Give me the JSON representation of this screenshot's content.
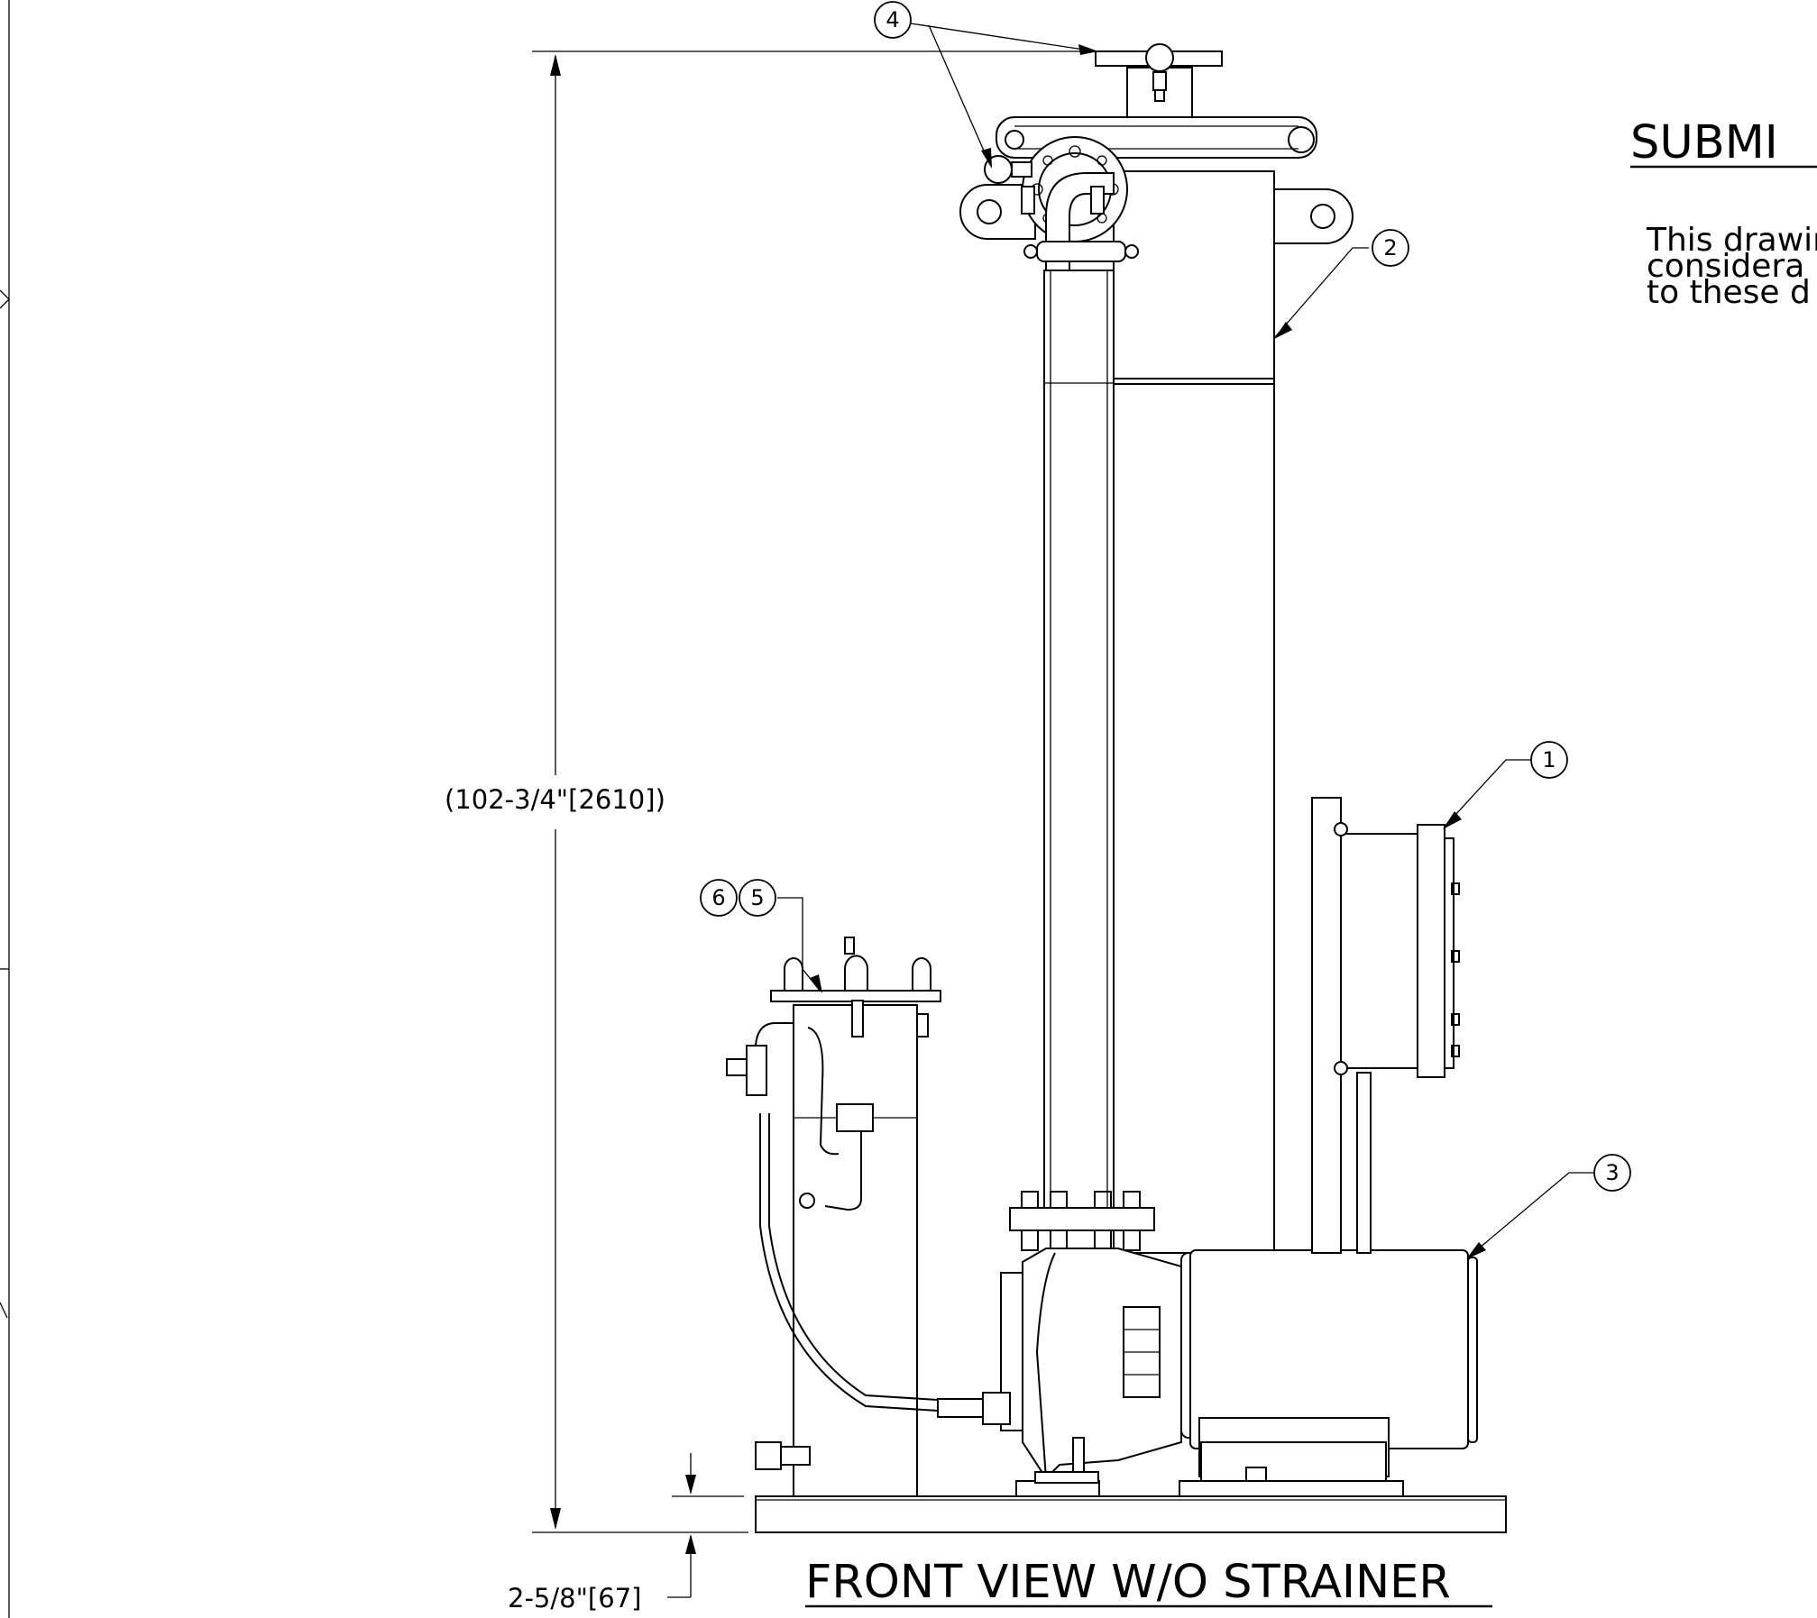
{
  "view_title": "FRONT VIEW W/O STRAINER",
  "heading_partial": "SUBMI",
  "notes_partial": [
    "This drawin",
    "considera",
    "to these d"
  ],
  "dimensions": {
    "overall_height": "(102-3/4\"[2610])",
    "base_height": "2-5/8\"[67]"
  },
  "balloons": {
    "b1": "1",
    "b2": "2",
    "b3": "3",
    "b4": "4",
    "b5": "5",
    "b6": "6"
  }
}
